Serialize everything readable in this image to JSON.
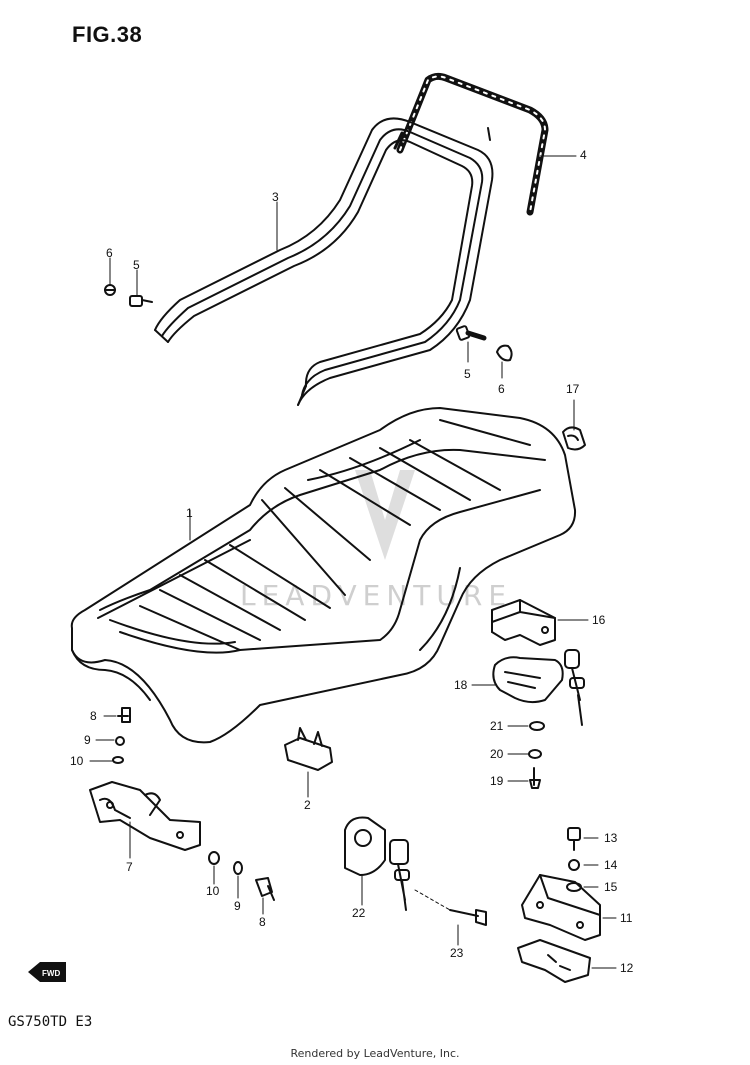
{
  "figure_title": "FIG.38",
  "model_code": "GS750TD  E3",
  "watermark_text": "LEADVENTURE",
  "credit": "Rendered by LeadVenture, Inc.",
  "forward_marker": "FWD",
  "callouts": {
    "c1": "1",
    "c2": "2",
    "c3": "3",
    "c4": "4",
    "c5a": "5",
    "c5b": "5",
    "c6a": "6",
    "c6b": "6",
    "c7": "7",
    "c8a": "8",
    "c8b": "8",
    "c9a": "9",
    "c9b": "9",
    "c10a": "10",
    "c10b": "10",
    "c11": "11",
    "c12": "12",
    "c13": "13",
    "c14": "14",
    "c15": "15",
    "c16": "16",
    "c17": "17",
    "c18": "18",
    "c19": "19",
    "c20": "20",
    "c21": "21",
    "c22": "22",
    "c23": "23"
  }
}
